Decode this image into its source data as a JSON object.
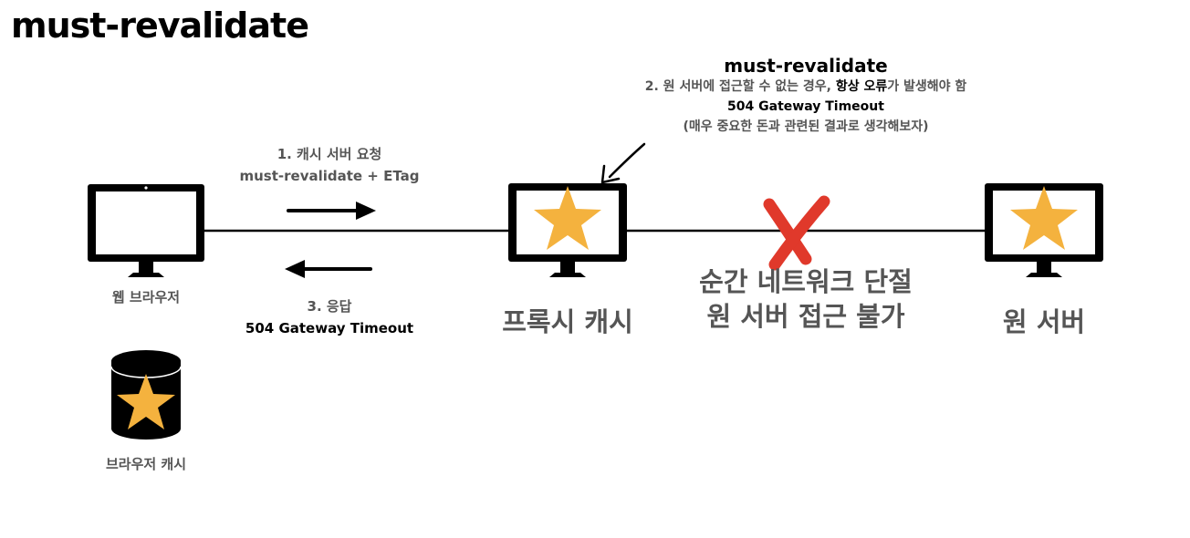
{
  "title": "must-revalidate",
  "nodes": {
    "browser_label": "웹 브라우저",
    "browser_cache_label": "브라우저 캐시",
    "proxy_label": "프록시 캐시",
    "origin_label": "원 서버"
  },
  "request": {
    "line1": "1. 캐시 서버 요청",
    "line2": "must-revalidate + ETag"
  },
  "response": {
    "line1": "3. 응답",
    "line2": "504 Gateway Timeout"
  },
  "note": {
    "title": "must-revalidate",
    "line1_prefix": "2. 원 서버에 접근할 수 없는 경우, ",
    "line1_emph": "항상 오류",
    "line1_suffix": "가 발생해야 함",
    "line2": "504 Gateway Timeout",
    "line3": "(매우 중요한 돈과 관련된 결과로 생각해보자)"
  },
  "failure": {
    "line1": "순간 네트워크 단절",
    "line2": "원 서버 접근 불가"
  },
  "colors": {
    "star": "#F4B23E",
    "cross": "#E0392B",
    "label_gray": "#555555",
    "line": "#000000"
  }
}
